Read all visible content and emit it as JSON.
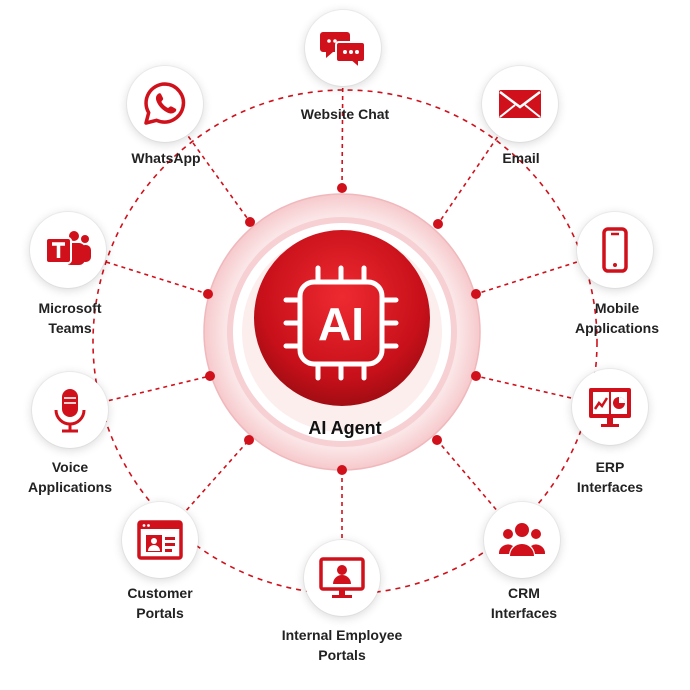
{
  "center": {
    "chip_text": "AI",
    "label": "AI Agent"
  },
  "channels": [
    {
      "id": "website-chat",
      "label": "Website Chat",
      "icon": "chat-bubbles-icon"
    },
    {
      "id": "email",
      "label": "Email",
      "icon": "envelope-icon"
    },
    {
      "id": "mobile-applications",
      "label": "Mobile\nApplications",
      "icon": "smartphone-icon"
    },
    {
      "id": "erp-interfaces",
      "label": "ERP\nInterfaces",
      "icon": "dashboard-monitor-icon"
    },
    {
      "id": "crm-interfaces",
      "label": "CRM\nInterfaces",
      "icon": "user-group-icon"
    },
    {
      "id": "internal-employee-portals",
      "label": "Internal Employee\nPortals",
      "icon": "employee-monitor-icon"
    },
    {
      "id": "customer-portals",
      "label": "Customer\nPortals",
      "icon": "customer-portal-window-icon"
    },
    {
      "id": "voice-applications",
      "label": "Voice\nApplications",
      "icon": "microphone-icon"
    },
    {
      "id": "microsoft-teams",
      "label": "Microsoft\nTeams",
      "icon": "teams-icon"
    },
    {
      "id": "whatsapp",
      "label": "WhatsApp",
      "icon": "whatsapp-icon"
    }
  ],
  "colors": {
    "accent": "#d0111b",
    "accent_dark": "#a50d14",
    "ring": "#f7d4d6",
    "text": "#222222"
  }
}
